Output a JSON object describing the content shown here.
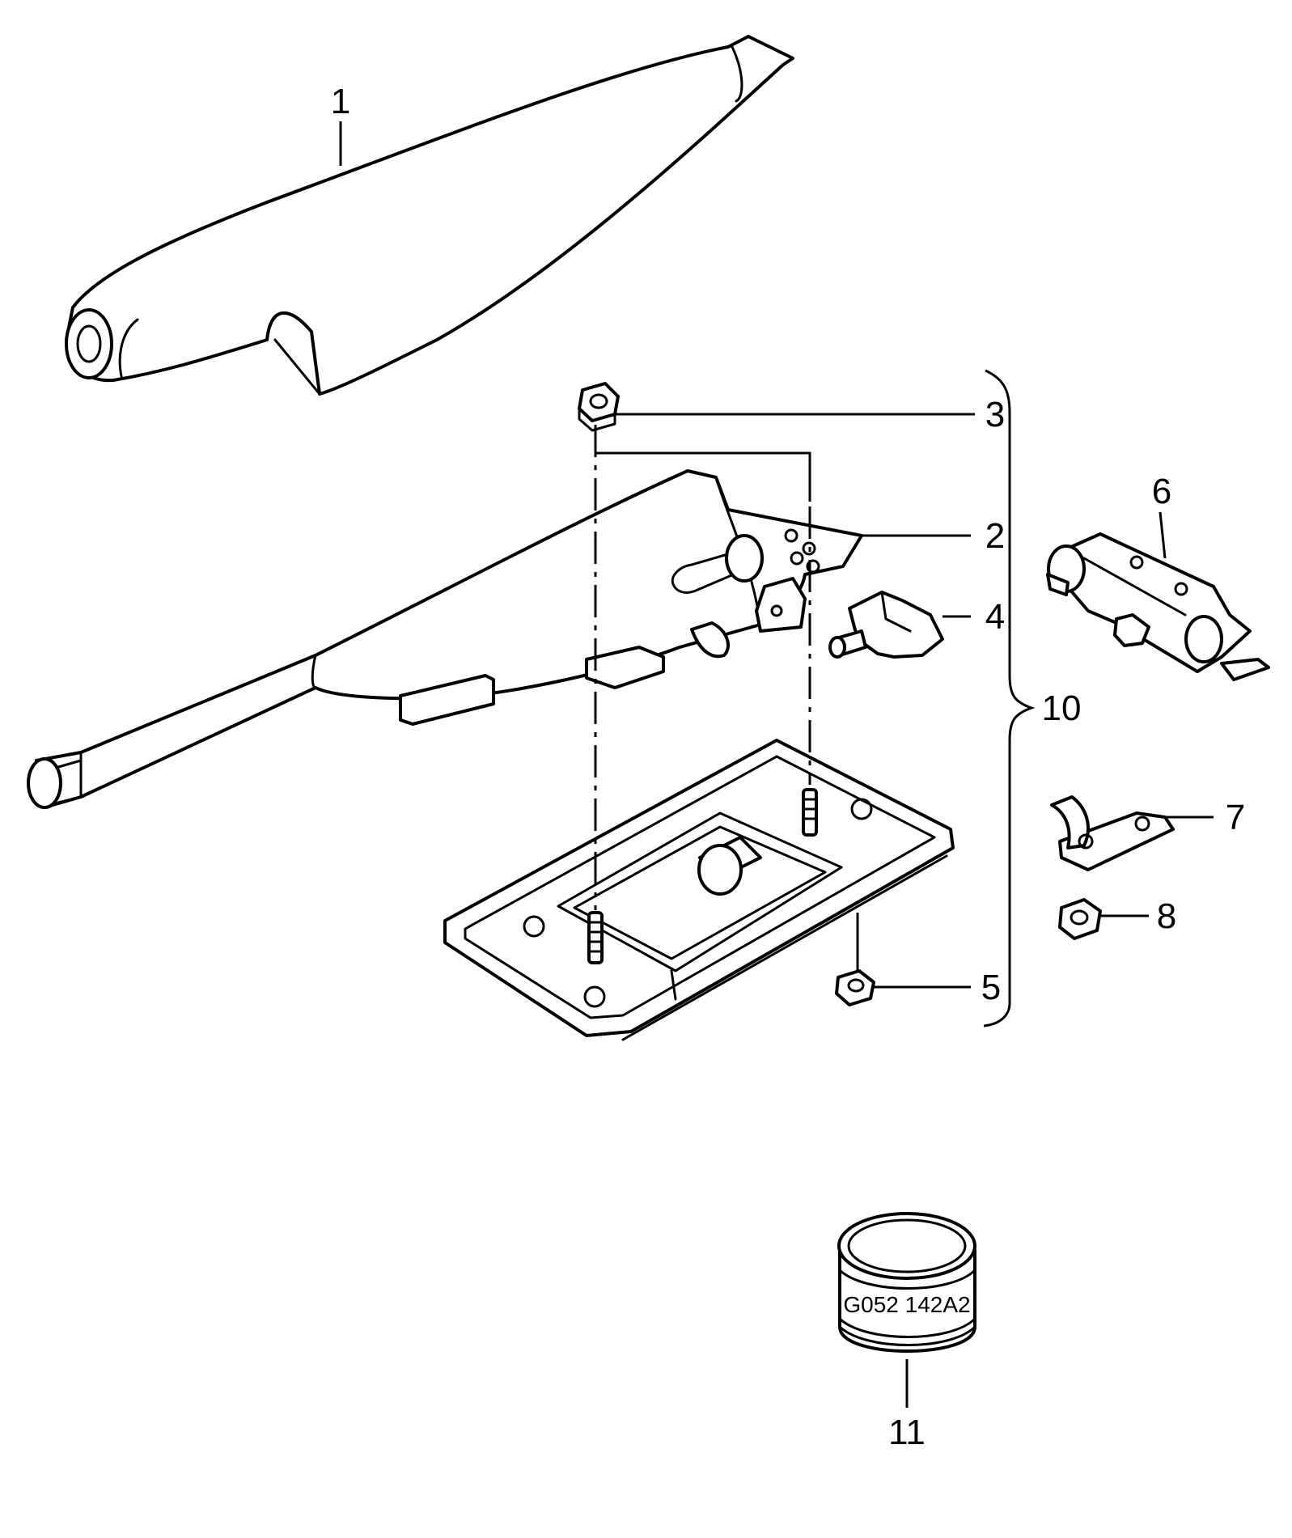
{
  "callouts": {
    "c1": "1",
    "c2": "2",
    "c3": "3",
    "c4": "4",
    "c5": "5",
    "c6": "6",
    "c7": "7",
    "c8": "8",
    "c10": "10",
    "c11": "11"
  },
  "can_label": "G052 142A2"
}
